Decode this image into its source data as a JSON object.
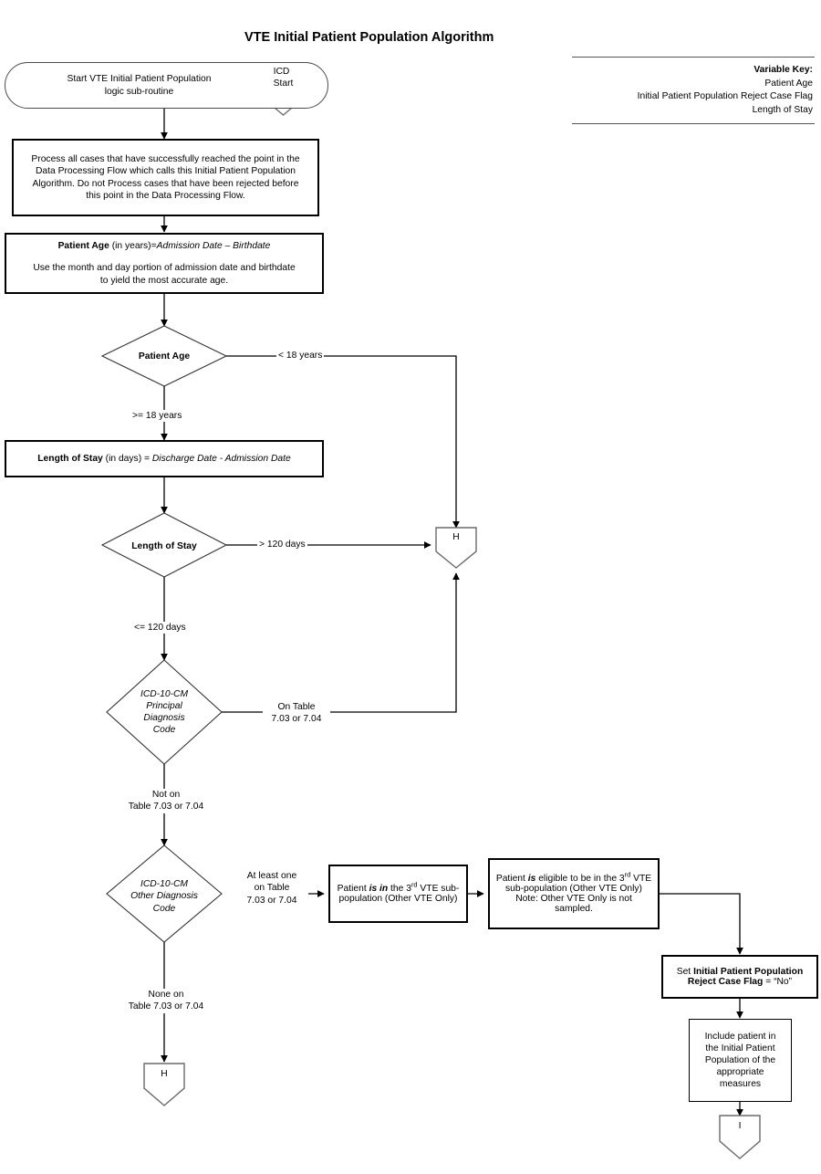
{
  "title": "VTE Initial Patient Population Algorithm",
  "variable_key": {
    "heading": "Variable Key:",
    "items": [
      "Patient Age",
      "Initial Patient Population Reject Case Flag",
      "Length of Stay"
    ]
  },
  "nodes": {
    "start_terminator": {
      "line1": "Start VTE Initial Patient Population",
      "line2": "logic sub-routine"
    },
    "icd_start_connector": {
      "line1": "ICD",
      "line2": "Start"
    },
    "process_note": {
      "line1": "Process all cases that have successfully reached the point in the",
      "line2": "Data Processing Flow which calls this Initial Patient Population",
      "line3": "Algorithm. Do not Process cases that have been rejected before",
      "line4": "this point in the Data Processing Flow."
    },
    "patient_age_calc": {
      "bold": "Patient Age",
      "plain": " (in years)=",
      "italic": "Admission Date – Birthdate",
      "line2": "Use the month and day portion of admission date and birthdate",
      "line3": "to yield the most accurate age."
    },
    "patient_age_decision": {
      "label": "Patient Age"
    },
    "los_calc": {
      "bold": "Length of Stay",
      "plain": " (in days) = ",
      "italic": "Discharge Date - Admission Date"
    },
    "los_decision": {
      "label": "Length of Stay"
    },
    "principal_dx_decision": {
      "line1": "ICD-10-CM",
      "line2": "Principal",
      "line3": "Diagnosis",
      "line4": "Code"
    },
    "other_dx_decision": {
      "line1": "ICD-10-CM",
      "line2": "Other Diagnosis",
      "line3": "Code"
    },
    "in_subpop_box": {
      "pre": "Patient ",
      "italic": "is in",
      "post": " the 3",
      "sup": "rd",
      "tail": " VTE sub-population (Other VTE Only)"
    },
    "eligible_box": {
      "pre": "Patient ",
      "italic": "is",
      "post": " eligible to be in the 3",
      "sup": "rd",
      "tail": " VTE sub-population (Other VTE Only)  Note:  Other VTE Only is not sampled."
    },
    "set_flag_box": {
      "pre": "Set ",
      "bold": "Initial Patient Population Reject Case Flag",
      "post": " = “No”"
    },
    "include_box": {
      "line1": "Include patient in",
      "line2": "the Initial Patient",
      "line3": "Population of the",
      "line4": "appropriate",
      "line5": "measures"
    },
    "connector_h_right": {
      "label": "H"
    },
    "connector_h_bottom": {
      "label": "H"
    },
    "connector_i": {
      "label": "I"
    }
  },
  "edge_labels": {
    "age_lt18": "< 18 years",
    "age_ge18": ">= 18 years",
    "los_gt120": "> 120 days",
    "los_le120": "<= 120 days",
    "principal_on_table": "On Table\n7.03 or 7.04",
    "principal_not_on_table": "Not on\nTable 7.03 or 7.04",
    "other_at_least_one": "At least one\non Table\n7.03 or 7.04",
    "other_none": "None on\nTable 7.03 or 7.04"
  },
  "colors": {
    "stroke": "#000000",
    "light_stroke": "#6a6a6a",
    "background": "#ffffff",
    "rule": "#555555"
  }
}
